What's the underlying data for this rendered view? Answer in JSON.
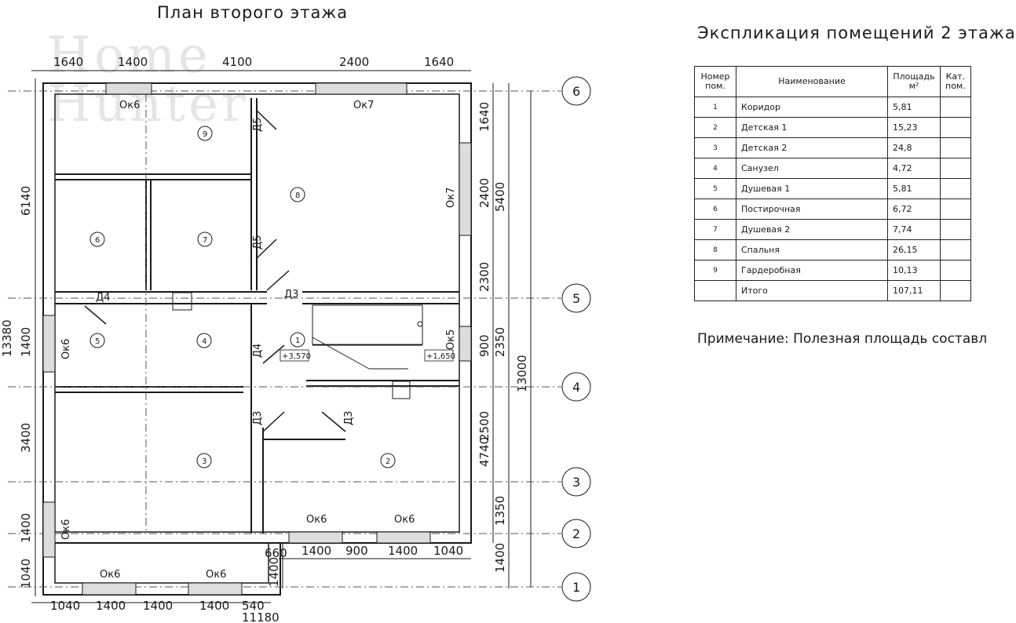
{
  "plan_title": "План второго этажа",
  "explication_title": "Экспликация помещений 2 этажа",
  "note": "Примечание: Полезная площадь составл",
  "watermark": [
    "Home",
    "Hunter"
  ],
  "table": {
    "headers": [
      "Номер пом.",
      "Наименование",
      "Площадь м²",
      "Кат. пом."
    ],
    "rows": [
      {
        "num": "1",
        "name": "Коридор",
        "area": "5,81",
        "cat": ""
      },
      {
        "num": "2",
        "name": "Детская 1",
        "area": "15,23",
        "cat": ""
      },
      {
        "num": "3",
        "name": "Детская 2",
        "area": "24,8",
        "cat": ""
      },
      {
        "num": "4",
        "name": "Санузел",
        "area": "4,72",
        "cat": ""
      },
      {
        "num": "5",
        "name": "Душевая 1",
        "area": "5,81",
        "cat": ""
      },
      {
        "num": "6",
        "name": "Постирочная",
        "area": "6,72",
        "cat": ""
      },
      {
        "num": "7",
        "name": "Душевая 2",
        "area": "7,74",
        "cat": ""
      },
      {
        "num": "8",
        "name": "Спальня",
        "area": "26,15",
        "cat": ""
      },
      {
        "num": "9",
        "name": "Гардеробная",
        "area": "10,13",
        "cat": ""
      },
      {
        "num": "",
        "name": "Итого",
        "area": "107,11",
        "cat": ""
      }
    ]
  },
  "dims": {
    "top": [
      "1640",
      "1400",
      "4100",
      "2400",
      "1640"
    ],
    "bottom": [
      "1040",
      "1400",
      "1400",
      "1400",
      "540"
    ],
    "bottom_total": "11180",
    "bottom_inner": [
      "660",
      "1400",
      "900",
      "1400",
      "1040"
    ],
    "left": [
      "6140",
      "1400",
      "13380",
      "3400",
      "1400",
      "1040"
    ],
    "right_inner": [
      "1640",
      "2400",
      "2300",
      "900",
      "2500",
      "4740",
      "1350",
      "1400"
    ],
    "right_outer": [
      "5400",
      "2350",
      "13000"
    ],
    "stair_v": "1400"
  },
  "axes": [
    "6",
    "5",
    "4",
    "3",
    "2",
    "1"
  ],
  "rooms": [
    "1",
    "2",
    "3",
    "4",
    "5",
    "6",
    "7",
    "8",
    "9"
  ],
  "labels": {
    "ok6": "Ок6",
    "ok7": "Ок7",
    "ok5": "Ок5",
    "d3": "Д3",
    "d4": "Д4",
    "d5": "Д5",
    "level1": "+3,570",
    "level2": "+1,650"
  }
}
